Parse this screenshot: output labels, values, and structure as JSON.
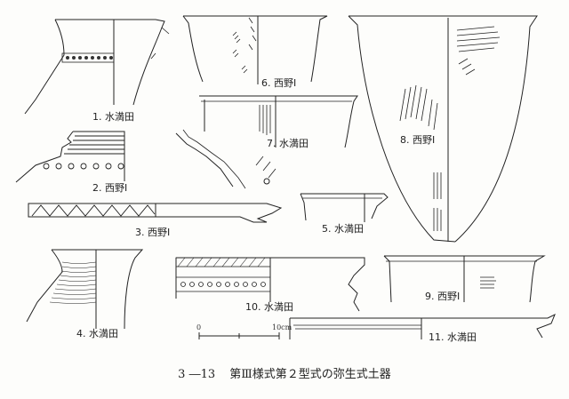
{
  "figures": [
    {
      "label": "1. 水満田"
    },
    {
      "label": "2. 西野Ⅰ"
    },
    {
      "label": "3. 西野Ⅰ"
    },
    {
      "label": "4. 水満田"
    },
    {
      "label": "5. 水満田"
    },
    {
      "label": "6. 西野Ⅰ"
    },
    {
      "label": "7. 水満田"
    },
    {
      "label": "8. 西野Ⅰ"
    },
    {
      "label": "9. 西野Ⅰ"
    },
    {
      "label": "10. 水満田"
    },
    {
      "label": "11. 水満田"
    }
  ],
  "scale": {
    "start": "0",
    "end": "10cm"
  },
  "caption": {
    "number": "3 ―13",
    "title": "第Ⅲ様式第２型式の弥生式土器"
  }
}
